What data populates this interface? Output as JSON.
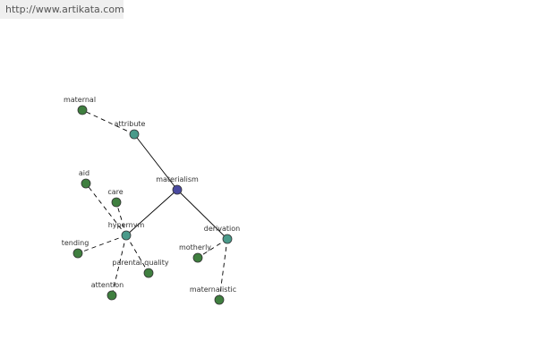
{
  "banner": {
    "url_text": "http://www.artikata.com"
  },
  "colors": {
    "center_node": "#4a4aa0",
    "relation_node": "#4a9a8a",
    "leaf_node": "#3f7f3f",
    "node_stroke": "#333333",
    "edge": "#000000",
    "label": "#333333"
  },
  "graph": {
    "nodes": [
      {
        "id": "materialism",
        "label": "materialism",
        "kind": "center"
      },
      {
        "id": "attribute",
        "label": "attribute",
        "kind": "relation"
      },
      {
        "id": "hypernym",
        "label": "hypernym",
        "kind": "relation"
      },
      {
        "id": "derivation",
        "label": "derivation",
        "kind": "relation"
      },
      {
        "id": "maternal",
        "label": "maternal",
        "kind": "leaf"
      },
      {
        "id": "aid",
        "label": "aid",
        "kind": "leaf"
      },
      {
        "id": "care",
        "label": "care",
        "kind": "leaf"
      },
      {
        "id": "tending",
        "label": "tending",
        "kind": "leaf"
      },
      {
        "id": "parental-quality",
        "label": "parental quality",
        "kind": "leaf"
      },
      {
        "id": "attention",
        "label": "attention",
        "kind": "leaf"
      },
      {
        "id": "motherly",
        "label": "motherly",
        "kind": "leaf"
      },
      {
        "id": "maternalistic",
        "label": "maternalistic",
        "kind": "leaf"
      }
    ],
    "edges": [
      {
        "from": "materialism",
        "to": "attribute",
        "style": "solid"
      },
      {
        "from": "materialism",
        "to": "hypernym",
        "style": "solid"
      },
      {
        "from": "materialism",
        "to": "derivation",
        "style": "solid"
      },
      {
        "from": "attribute",
        "to": "maternal",
        "style": "dashed"
      },
      {
        "from": "hypernym",
        "to": "aid",
        "style": "dashed"
      },
      {
        "from": "hypernym",
        "to": "care",
        "style": "dashed"
      },
      {
        "from": "hypernym",
        "to": "tending",
        "style": "dashed"
      },
      {
        "from": "hypernym",
        "to": "parental-quality",
        "style": "dashed"
      },
      {
        "from": "hypernym",
        "to": "attention",
        "style": "dashed"
      },
      {
        "from": "derivation",
        "to": "motherly",
        "style": "dashed"
      },
      {
        "from": "derivation",
        "to": "maternalistic",
        "style": "dashed"
      }
    ]
  }
}
